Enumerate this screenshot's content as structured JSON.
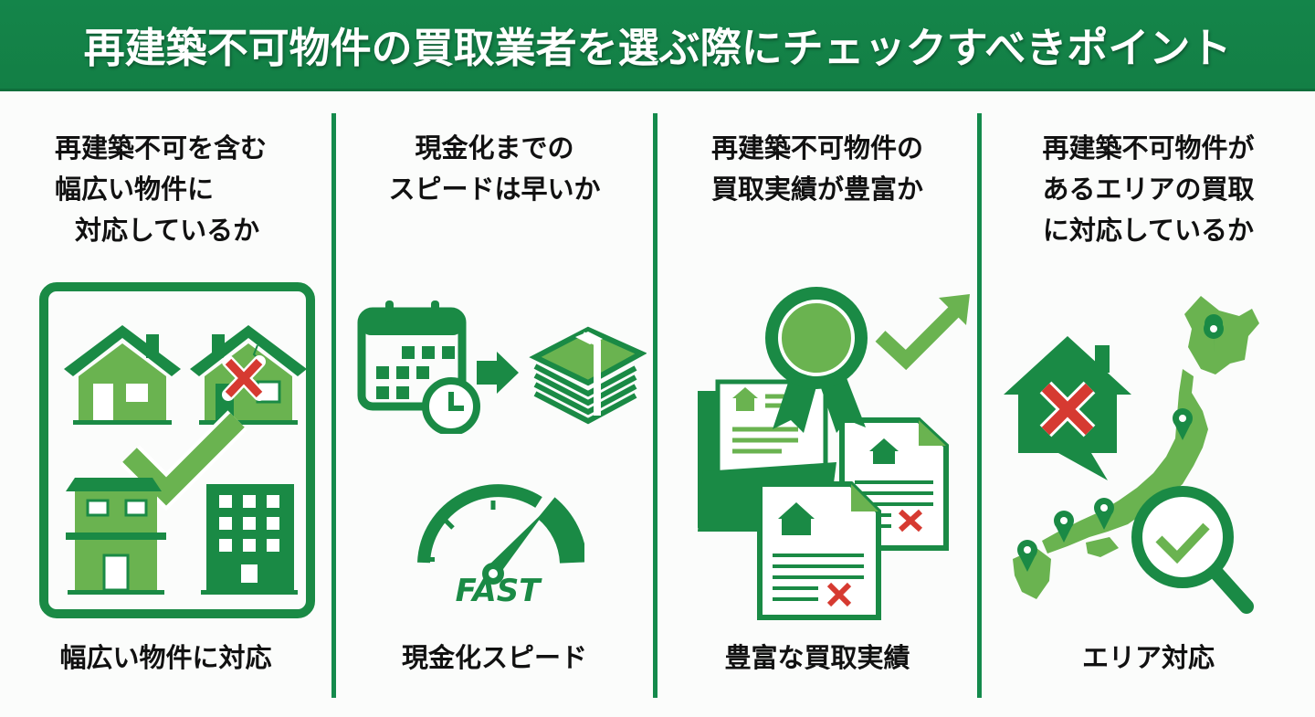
{
  "header": {
    "title": "再建築不可物件の買取業者を選ぶ際にチェックすべきポイント"
  },
  "colors": {
    "header_bg": "#14854a",
    "dark_green": "#1a8a45",
    "light_green": "#6ab350",
    "red_x": "#d63a31",
    "text": "#111111",
    "background": "#fbfcfb"
  },
  "columns": [
    {
      "title_lines": [
        "再建築不可を含む",
        "幅広い物件に",
        "対応しているか"
      ],
      "icon": "houses-with-check-icon",
      "footer": "幅広い物件に対応"
    },
    {
      "title_lines": [
        "現金化までの",
        "スピードは早いか"
      ],
      "icon": "calendar-to-cash-speedometer-icon",
      "speedometer_label": "FAST",
      "footer": "現金化スピード"
    },
    {
      "title_lines": [
        "再建築不可物件の",
        "買取実績が豊富か"
      ],
      "icon": "award-documents-icon",
      "footer": "豊富な買取実績"
    },
    {
      "title_lines": [
        "再建築不可物件が",
        "あるエリアの買取",
        "に対応しているか"
      ],
      "icon": "japan-map-search-icon",
      "footer": "エリア対応"
    }
  ]
}
